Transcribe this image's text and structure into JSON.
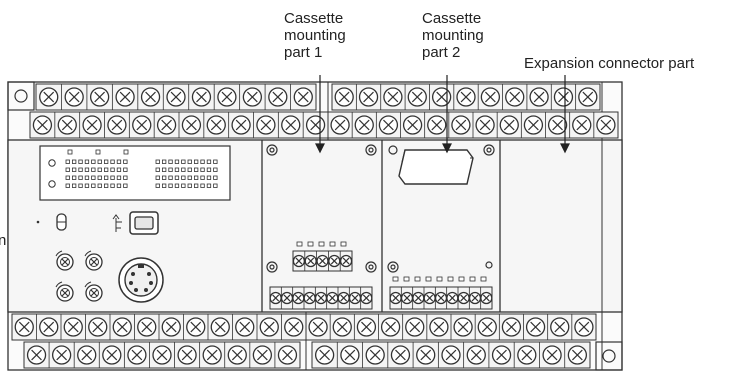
{
  "callouts": {
    "cassette1": {
      "line1": "Cassette",
      "line2": "mounting",
      "line3": "part 1"
    },
    "cassette2": {
      "line1": "Cassette",
      "line2": "mounting",
      "line3": "part 2"
    },
    "expansion": {
      "label": "Expansion connector part"
    }
  },
  "edge_fragment": "n",
  "colors": {
    "outline": "#333333",
    "panel": "#f4f4f4",
    "terminal_fill": "#ffffff",
    "background": "#ffffff"
  },
  "icons": [
    "usb-b-port-icon",
    "mini-din-port-icon",
    "led-indicator-icon",
    "screw-terminal-icon"
  ]
}
